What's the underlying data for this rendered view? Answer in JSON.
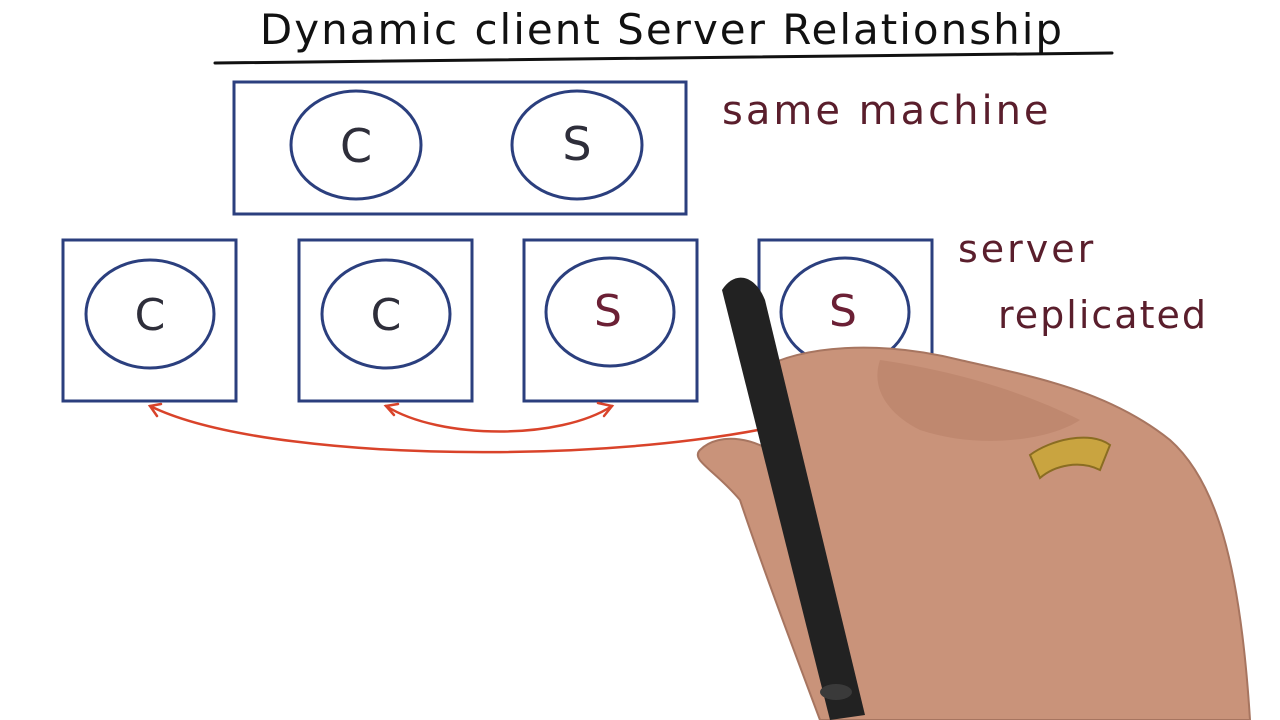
{
  "title": "Dynamic client Server Relationship",
  "labels": {
    "same_machine": "same machine",
    "server_replicated_line1": "server",
    "server_replicated_line2": "replicated"
  },
  "top_machine": {
    "nodes": [
      "C",
      "S"
    ]
  },
  "bottom_machines": [
    {
      "node": "C",
      "role": "client"
    },
    {
      "node": "C",
      "role": "client"
    },
    {
      "node": "S",
      "role": "server"
    },
    {
      "node": "S",
      "role": "server"
    }
  ],
  "colors": {
    "box": "#2b3f7e",
    "client_letter": "#2e2e3a",
    "server_letter_top": "#2e2e3a",
    "server_letter_bottom": "#6b2035",
    "annotation": "#5a1e2c",
    "connection": "#d9432a",
    "title": "#111111"
  }
}
